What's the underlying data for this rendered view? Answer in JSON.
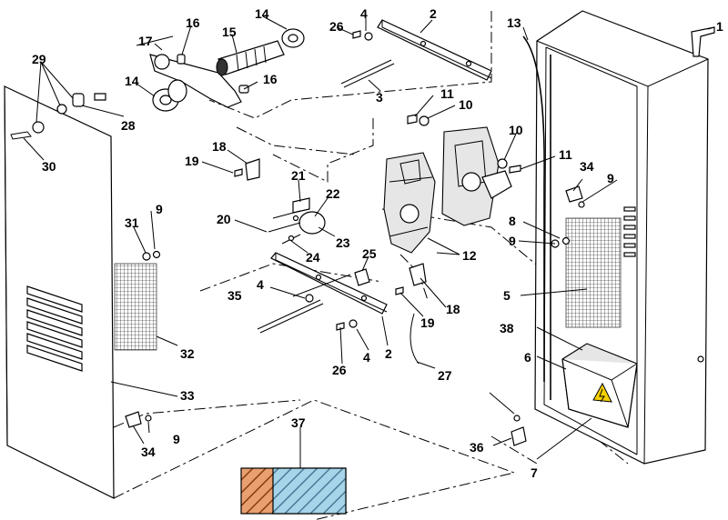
{
  "labels": [
    "1",
    "2",
    "2",
    "3",
    "4",
    "4",
    "4",
    "5",
    "6",
    "7",
    "8",
    "9",
    "9",
    "9",
    "9",
    "10",
    "10",
    "11",
    "11",
    "12",
    "13",
    "14",
    "14",
    "15",
    "16",
    "16",
    "17",
    "18",
    "18",
    "19",
    "19",
    "20",
    "21",
    "22",
    "23",
    "24",
    "25",
    "26",
    "26",
    "27",
    "28",
    "29",
    "30",
    "31",
    "32",
    "33",
    "34",
    "34",
    "35",
    "36",
    "37",
    "38"
  ],
  "colors": {
    "line": "#000000",
    "background": "#ffffff",
    "panel_fill": "#e6e6e6",
    "warning_yellow": "#f5d000",
    "pad_orange": "#e8a070",
    "pad_blue": "#a6d4e8"
  },
  "icons": [
    "warning-icon"
  ]
}
